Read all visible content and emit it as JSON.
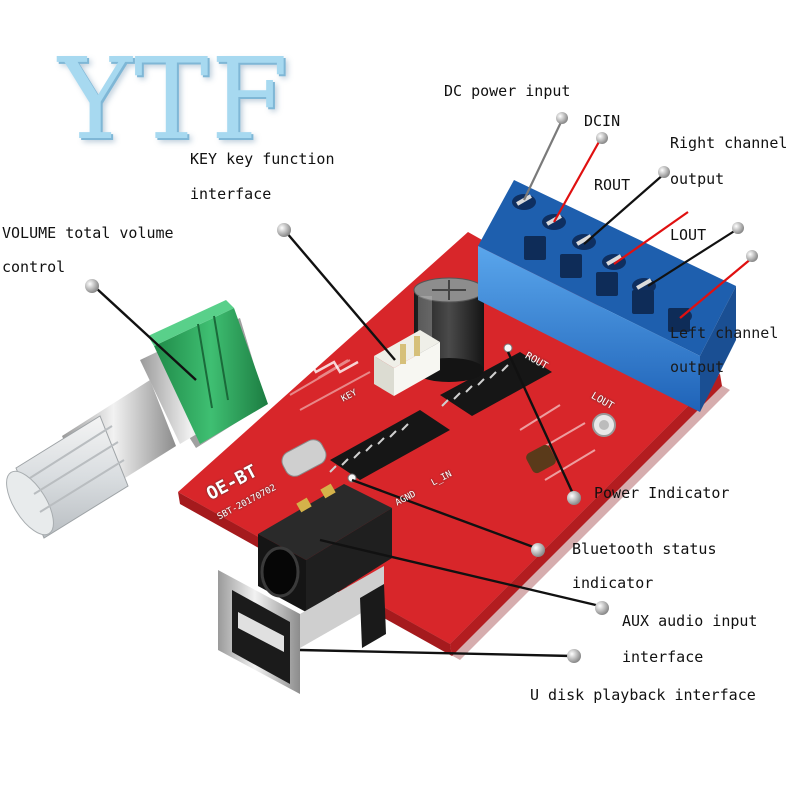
{
  "logo": {
    "text": "YTF",
    "color": "#a7d9f0"
  },
  "callouts": {
    "dc_power_input": "DC power input",
    "dcin": "DCIN",
    "right_channel": "Right channel",
    "right_channel_output": "output",
    "rout": "ROUT",
    "lout": "LOUT",
    "left_channel": "Left channel",
    "left_channel_output": "output",
    "key_function_line1": "KEY key function",
    "key_function_line2": "interface",
    "volume_line1": "VOLUME total volume",
    "volume_line2": "control",
    "power_indicator": "Power Indicator",
    "bluetooth_line1": "Bluetooth status",
    "bluetooth_line2": "indicator",
    "aux_line1": "AUX audio input",
    "aux_line2": "interface",
    "udisk": "U disk playback interface"
  },
  "board_silkscreen": {
    "model": "OE-BT",
    "code": "SBT-20170702",
    "rout": "ROUT",
    "lout": "LOUT",
    "key": "KEY",
    "agnd": "AGND",
    "lin": "L_IN"
  },
  "colors": {
    "pcb": "#d8262a",
    "terminal": "#2f7fd6",
    "knob_base": "#2e9f5a",
    "wire_red": "#e01010",
    "wire_black": "#111111"
  }
}
